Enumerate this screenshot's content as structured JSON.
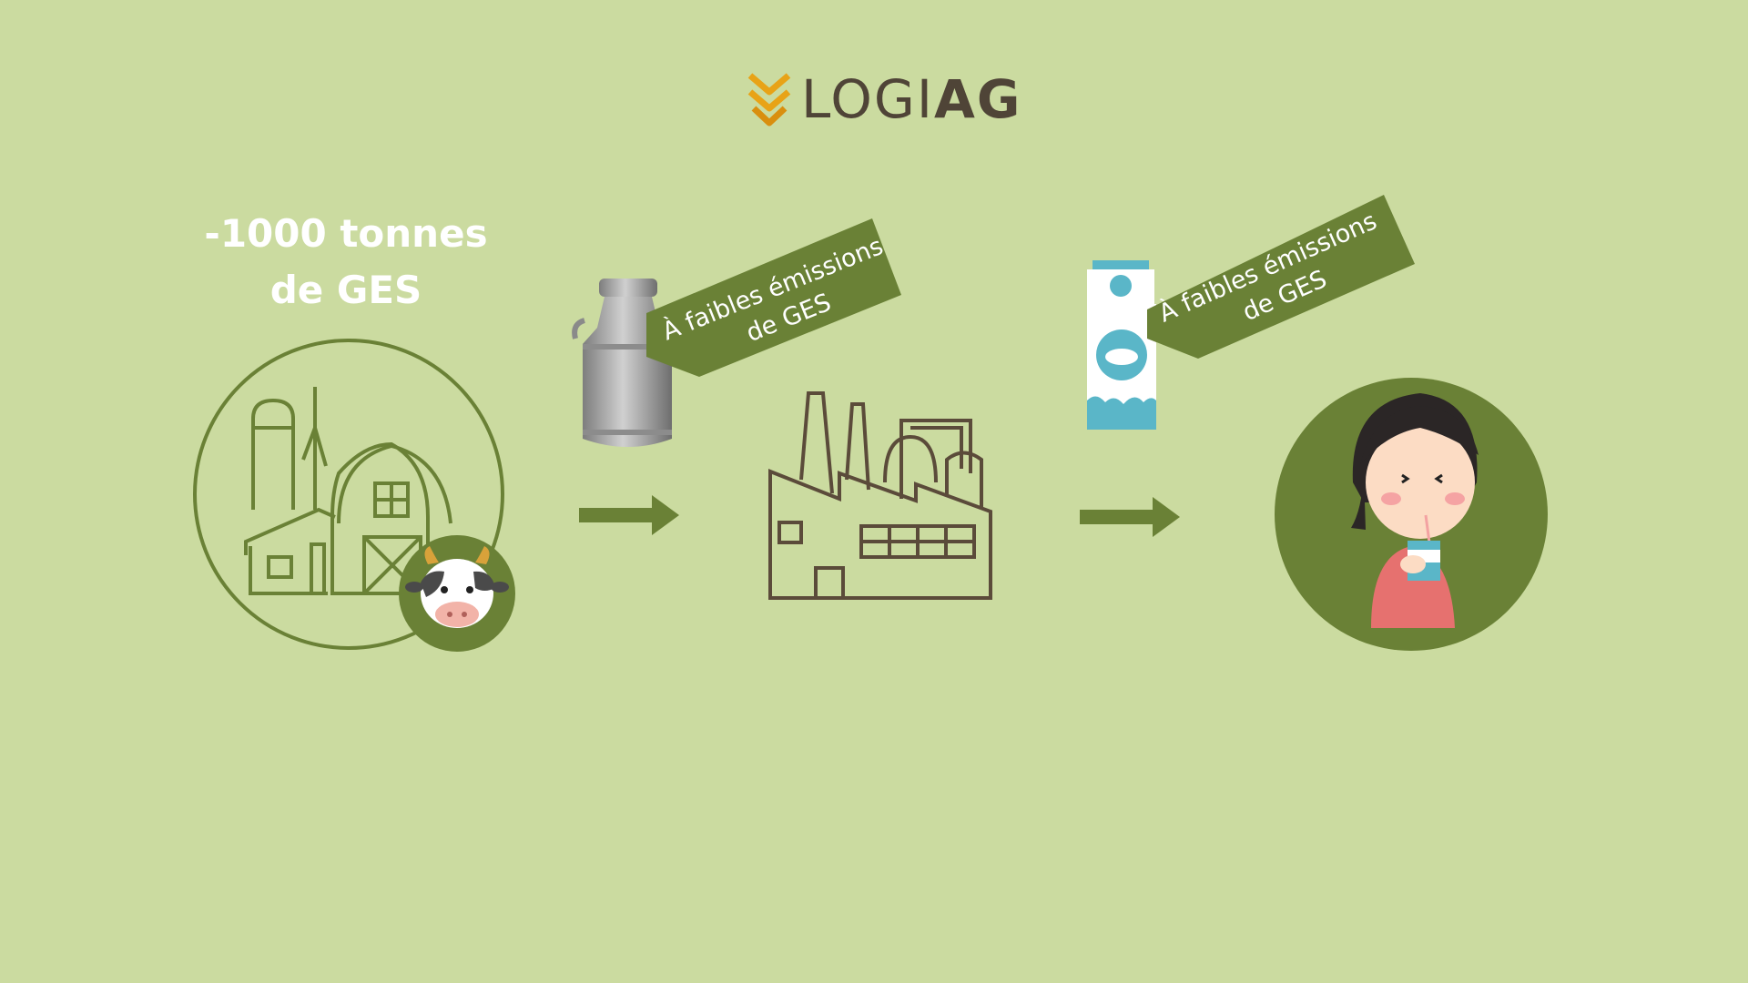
{
  "logo": {
    "text_light": "LOGI",
    "text_bold": "AG",
    "icon": "chevron-logo-icon",
    "text_color": "#4f4437",
    "accent_color": "#e8a317"
  },
  "headline": {
    "line1": "-1000 tonnes",
    "line2": "de GES"
  },
  "tags": [
    {
      "line1": "À faibles émissions",
      "line2": "de GES"
    },
    {
      "line1": "À faibles émissions",
      "line2": "de GES"
    }
  ],
  "colors": {
    "background": "#cbdba0",
    "primary_green": "#6a8136",
    "outline_brown": "#5b4b3a"
  },
  "icons": {
    "farm": "farm-icon",
    "cow": "cow-icon",
    "milk_can": "milk-can-icon",
    "factory": "factory-icon",
    "milk_carton": "milk-carton-icon",
    "consumer": "girl-drinking-icon",
    "arrows": "arrow-right-icon"
  }
}
